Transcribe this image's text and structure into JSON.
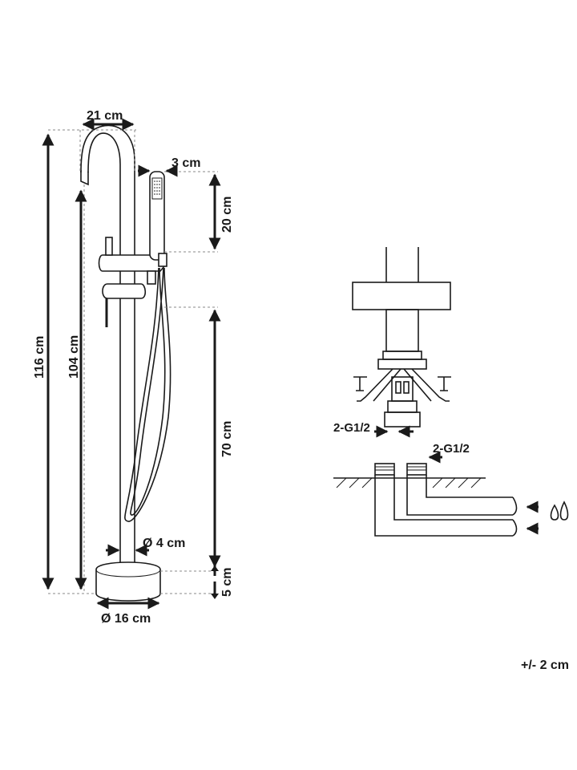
{
  "dimensions": {
    "top_width": "21 cm",
    "total_height": "116 cm",
    "spout_height": "104 cm",
    "shower_width": "3 cm",
    "shower_length": "20 cm",
    "mixer_height": "70 cm",
    "base_height": "5 cm",
    "pipe_diameter": "Ø 4 cm",
    "base_diameter": "Ø 16 cm"
  },
  "connection": {
    "thread_left": "2-G1/2",
    "thread_right": "2-G1/2"
  },
  "tolerance": "+/- 2 cm"
}
